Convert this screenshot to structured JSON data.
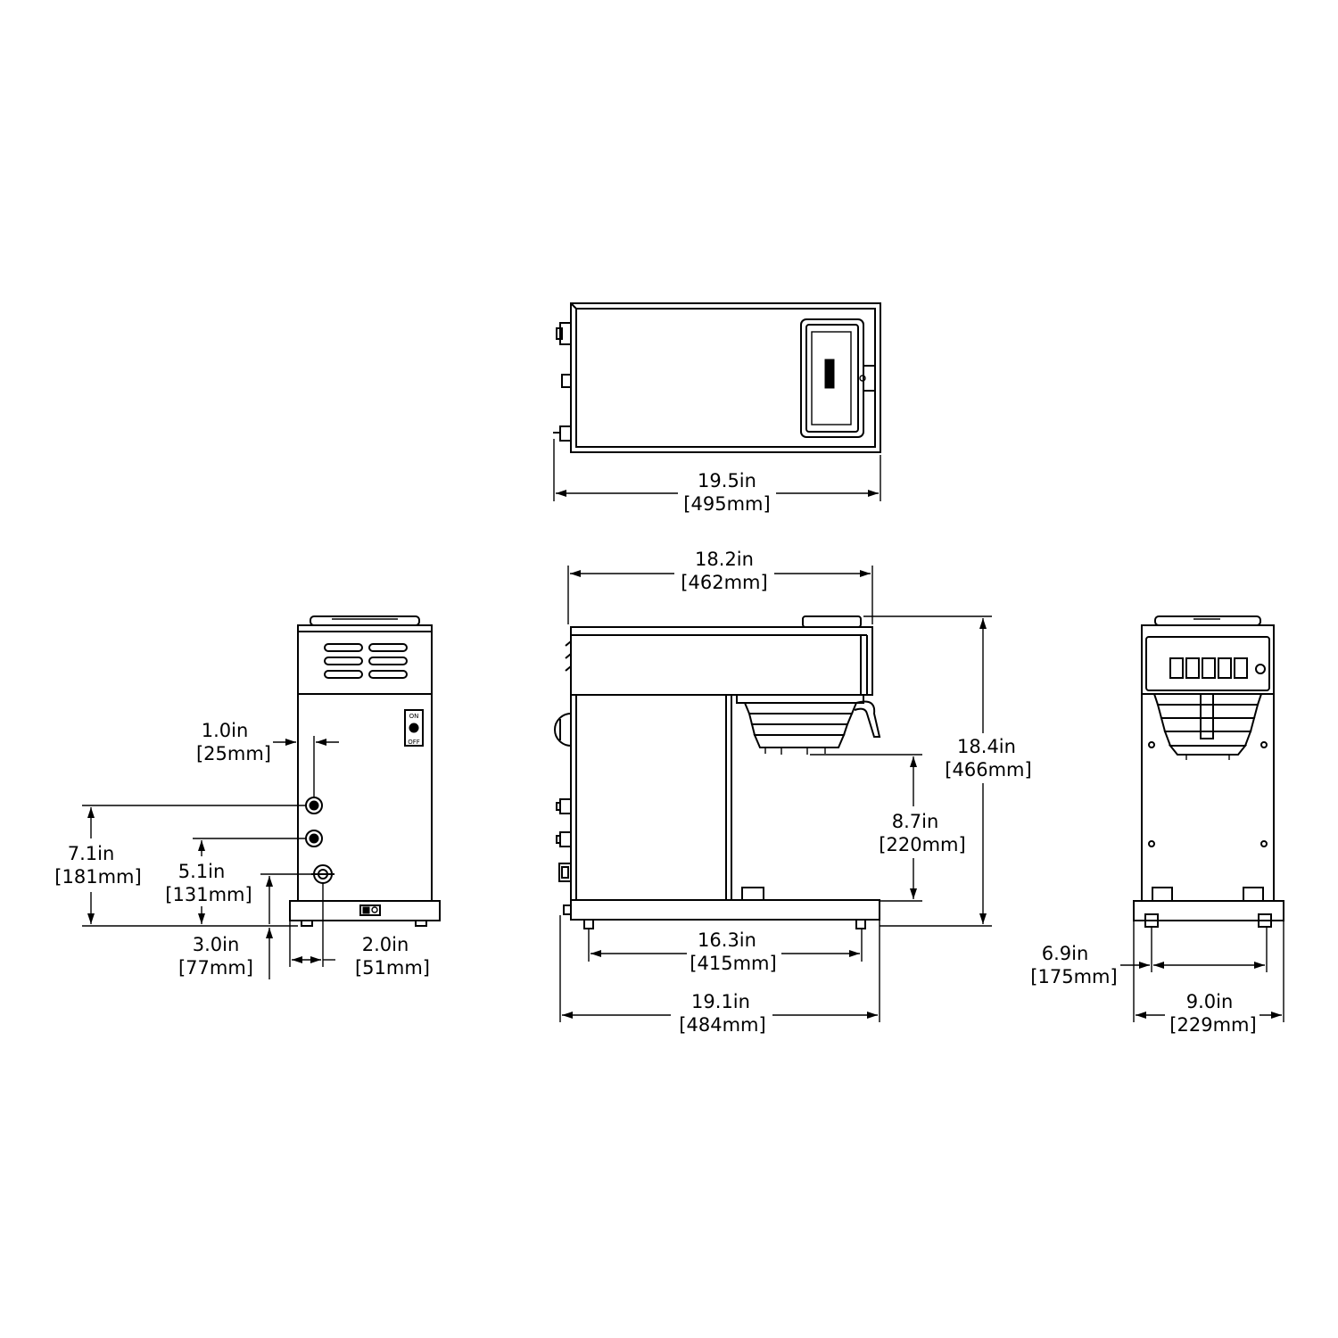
{
  "dimensions": {
    "top_width": {
      "in": "19.5in",
      "mm": "[495mm]"
    },
    "front_top_width": {
      "in": "18.2in",
      "mm": "[462mm]"
    },
    "front_height": {
      "in": "18.4in",
      "mm": "[466mm]"
    },
    "front_clearance": {
      "in": "8.7in",
      "mm": "[220mm]"
    },
    "front_feet_spacing": {
      "in": "16.3in",
      "mm": "[415mm]"
    },
    "front_base_width": {
      "in": "19.1in",
      "mm": "[484mm]"
    },
    "side_offset": {
      "in": "1.0in",
      "mm": "[25mm]"
    },
    "side_upper_height": {
      "in": "7.1in",
      "mm": "[181mm]"
    },
    "side_mid_height": {
      "in": "5.1in",
      "mm": "[131mm]"
    },
    "side_low_height": {
      "in": "3.0in",
      "mm": "[77mm]"
    },
    "side_depth": {
      "in": "2.0in",
      "mm": "[51mm]"
    },
    "right_feet_spacing": {
      "in": "6.9in",
      "mm": "[175mm]"
    },
    "right_base_width": {
      "in": "9.0in",
      "mm": "[229mm]"
    }
  },
  "switch": {
    "on": "ON",
    "off": "OFF"
  }
}
